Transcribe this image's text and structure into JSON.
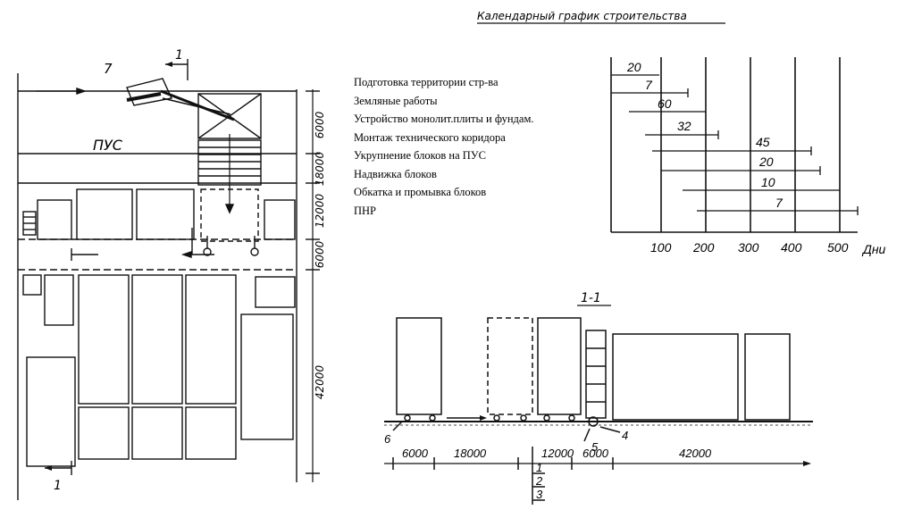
{
  "title": "Календарный график строительства",
  "plan": {
    "label_pus": "ПУС",
    "label_7": "7",
    "section_mark_top": "1",
    "section_mark_bottom": "1",
    "dims": [
      "6000",
      "18000",
      "12000",
      "6000",
      "42000"
    ]
  },
  "schedule": {
    "tasks": [
      {
        "name": "Подготовка территории стр-ва",
        "duration": "20"
      },
      {
        "name": "Земляные работы",
        "duration": "7"
      },
      {
        "name": "Устройство монолит.плиты и фундам.",
        "duration": "60"
      },
      {
        "name": "Монтаж технического коридора",
        "duration": "32"
      },
      {
        "name": "Укрупнение блоков на ПУС",
        "duration": "45"
      },
      {
        "name": "Надвижка блоков",
        "duration": "20"
      },
      {
        "name": "Обкатка и промывка блоков",
        "duration": "10"
      },
      {
        "name": "ПНР",
        "duration": "7"
      }
    ],
    "axis_ticks": [
      "100",
      "200",
      "300",
      "400",
      "500"
    ],
    "axis_unit": "Дни"
  },
  "section": {
    "title": "1-1",
    "labels": {
      "n6": "6",
      "n4": "4",
      "n5": "5",
      "n1": "1",
      "n2": "2",
      "n3": "3"
    },
    "dims": [
      "6000",
      "18000",
      "12000",
      "6000",
      "42000"
    ]
  }
}
